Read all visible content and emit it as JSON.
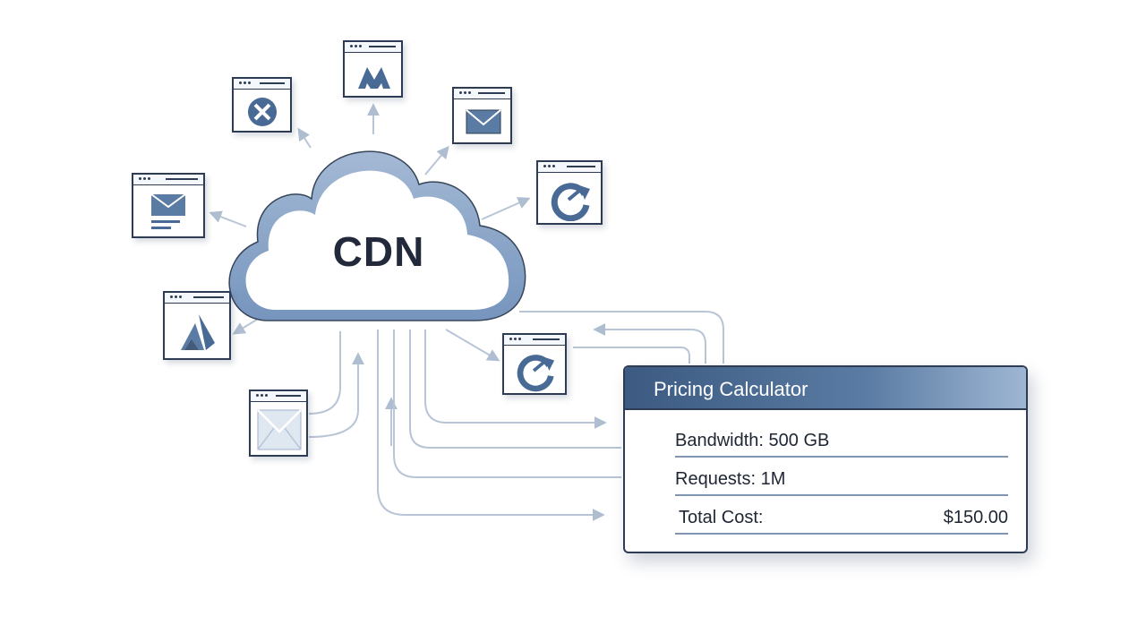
{
  "cdn": {
    "label": "CDN"
  },
  "pricing": {
    "title": "Pricing Calculator",
    "bandwidth": "Bandwidth: 500 GB",
    "requests": "Requests: 1M",
    "total_label": "Total Cost:",
    "total_value": "$150.00"
  },
  "colors": {
    "accent": "#4a6a96",
    "cloud_outline": "#6f8fba",
    "dark_outline": "#2d3c52",
    "connector": "#b8c5d6"
  },
  "icons": [
    "x-circle-icon",
    "mountain-icon",
    "envelope-icon",
    "refresh-icon",
    "email-doc-icon",
    "drop-icon",
    "open-envelope-icon"
  ]
}
